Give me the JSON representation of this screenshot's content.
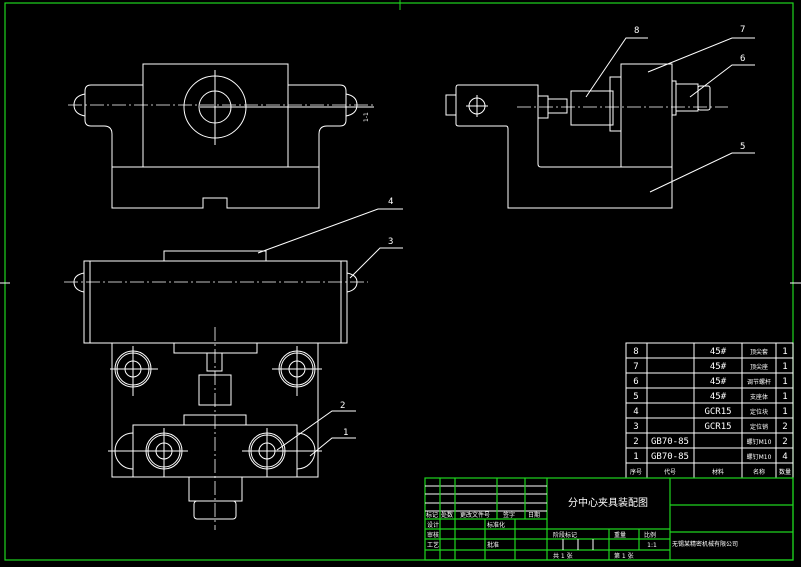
{
  "balloons": [
    "1",
    "2",
    "3",
    "4",
    "5",
    "6",
    "7",
    "8"
  ],
  "section_mark": "1-1",
  "parts_table": {
    "headers": [
      "序号",
      "代号",
      "材料",
      "名称",
      "数量"
    ],
    "rows": [
      {
        "no": "8",
        "code": "",
        "material": "45#",
        "name": "顶尖套",
        "qty": "1"
      },
      {
        "no": "7",
        "code": "",
        "material": "45#",
        "name": "顶尖座",
        "qty": "1"
      },
      {
        "no": "6",
        "code": "",
        "material": "45#",
        "name": "调节螺杆",
        "qty": "1"
      },
      {
        "no": "5",
        "code": "",
        "material": "45#",
        "name": "支座体",
        "qty": "1"
      },
      {
        "no": "4",
        "code": "",
        "material": "GCR15",
        "name": "定位块",
        "qty": "1"
      },
      {
        "no": "3",
        "code": "",
        "material": "GCR15",
        "name": "定位销",
        "qty": "2"
      },
      {
        "no": "2",
        "code": "GB70-85",
        "material": "",
        "name": "螺钉M10",
        "qty": "2"
      },
      {
        "no": "1",
        "code": "GB70-85",
        "material": "",
        "name": "螺钉M10",
        "qty": "4"
      }
    ]
  },
  "title_block": {
    "title": "分中心夹具装配图",
    "scale": "1:1",
    "company": "无锡某精密机械有限公司",
    "labels": {
      "mark": "标记",
      "count": "处数",
      "doc_no": "更改文件号",
      "sign": "签字",
      "date": "日期",
      "design": "设计",
      "check": "审核",
      "process": "工艺",
      "std": "标准化",
      "approve": "批准",
      "stage": "阶段标记",
      "weight": "重量",
      "ratio": "比例",
      "sheets": "共 1 张",
      "sheet": "第 1 张"
    }
  }
}
